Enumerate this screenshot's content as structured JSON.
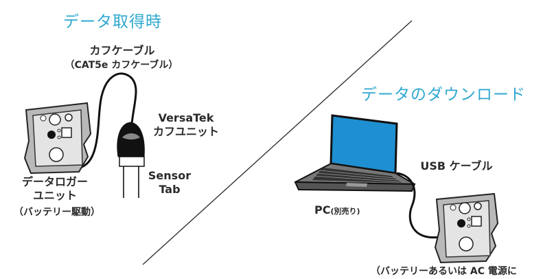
{
  "left_panel": {
    "title": "データ取得時",
    "cable_label": "カフケーブル",
    "cable_sub": "（CAT5e カフケーブル）",
    "cuff_line1": "VersaTek",
    "cuff_line2": "カフユニット",
    "sensor_line1": "Sensor",
    "sensor_line2": "Tab",
    "logger_line1": "データロガー",
    "logger_line2": "ユニット",
    "logger_sub": "（バッテリー駆動）"
  },
  "right_panel": {
    "title": "データのダウンロード",
    "usb_label": "USB ケーブル",
    "pc_label": "PC",
    "pc_sub": "(別売り)",
    "bottom_note": "（バッテリーあるいは AC 電源に"
  },
  "colors": {
    "title_blue": "#2fa8cf",
    "screen_blue": "#1e8fd0",
    "device_gray": "#b9b9b9",
    "device_face": "#e4e4e4"
  }
}
